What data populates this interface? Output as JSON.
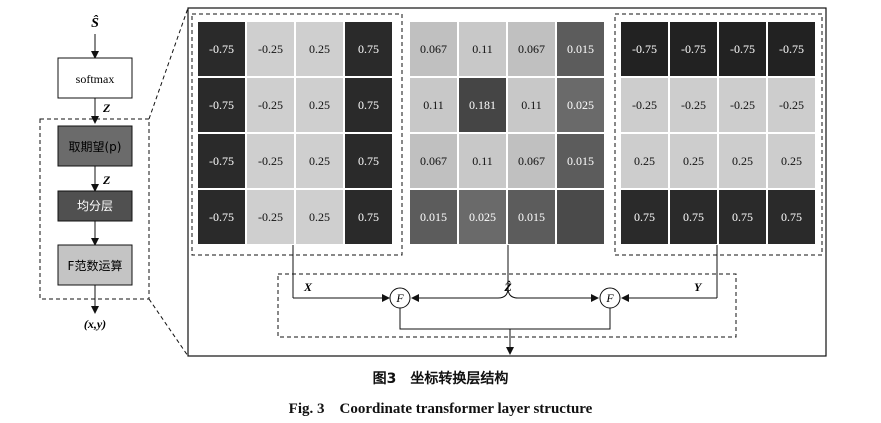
{
  "inputs": {
    "s_hat": "Ŝ",
    "z_label_top": "Z",
    "z_label_mid": "Z",
    "output": "(x,y)"
  },
  "blocks": {
    "softmax": "softmax",
    "expectation": "取期望(p)",
    "mean_layer": "均分层",
    "f_norm": "F范数运算"
  },
  "matrices": {
    "x": [
      [
        "-0.75",
        "-0.25",
        "0.25",
        "0.75"
      ],
      [
        "-0.75",
        "-0.25",
        "0.25",
        "0.75"
      ],
      [
        "-0.75",
        "-0.25",
        "0.25",
        "0.75"
      ],
      [
        "-0.75",
        "-0.25",
        "0.25",
        "0.75"
      ]
    ],
    "z_hat": [
      [
        "0.067",
        "0.11",
        "0.067",
        "0.015"
      ],
      [
        "0.11",
        "0.181",
        "0.11",
        "0.025"
      ],
      [
        "0.067",
        "0.11",
        "0.067",
        "0.015"
      ],
      [
        "0.015",
        "0.025",
        "0.015",
        ""
      ]
    ],
    "y": [
      [
        "-0.75",
        "-0.75",
        "-0.75",
        "-0.75"
      ],
      [
        "-0.25",
        "-0.25",
        "-0.25",
        "-0.25"
      ],
      [
        "0.25",
        "0.25",
        "0.25",
        "0.25"
      ],
      [
        "0.75",
        "0.75",
        "0.75",
        "0.75"
      ]
    ]
  },
  "labels": {
    "x": "X",
    "z_hat": "Ẑ",
    "y": "Y",
    "f1": "F",
    "f2": "F"
  },
  "caption": {
    "cn": "图3　坐标转换层结构",
    "en": "Fig. 3　Coordinate transformer layer structure"
  },
  "colors": {
    "x_cols": [
      "#2a2a2a",
      "#cfcfcf",
      "#cfcfcf",
      "#2a2a2a"
    ],
    "z_cells": [
      [
        "#c0c0c0",
        "#c8c8c8",
        "#c0c0c0",
        "#5c5c5c"
      ],
      [
        "#c8c8c8",
        "#454545",
        "#c8c8c8",
        "#6a6a6a"
      ],
      [
        "#c0c0c0",
        "#c8c8c8",
        "#c0c0c0",
        "#5c5c5c"
      ],
      [
        "#5c5c5c",
        "#6a6a6a",
        "#5c5c5c",
        "#4a4a4a"
      ]
    ],
    "y_rows": [
      "#222222",
      "#cdcdcd",
      "#cdcdcd",
      "#2a2a2a"
    ],
    "block_dark": "#6b6b6b",
    "block_darker": "#505050",
    "block_light": "#c4c4c4"
  }
}
